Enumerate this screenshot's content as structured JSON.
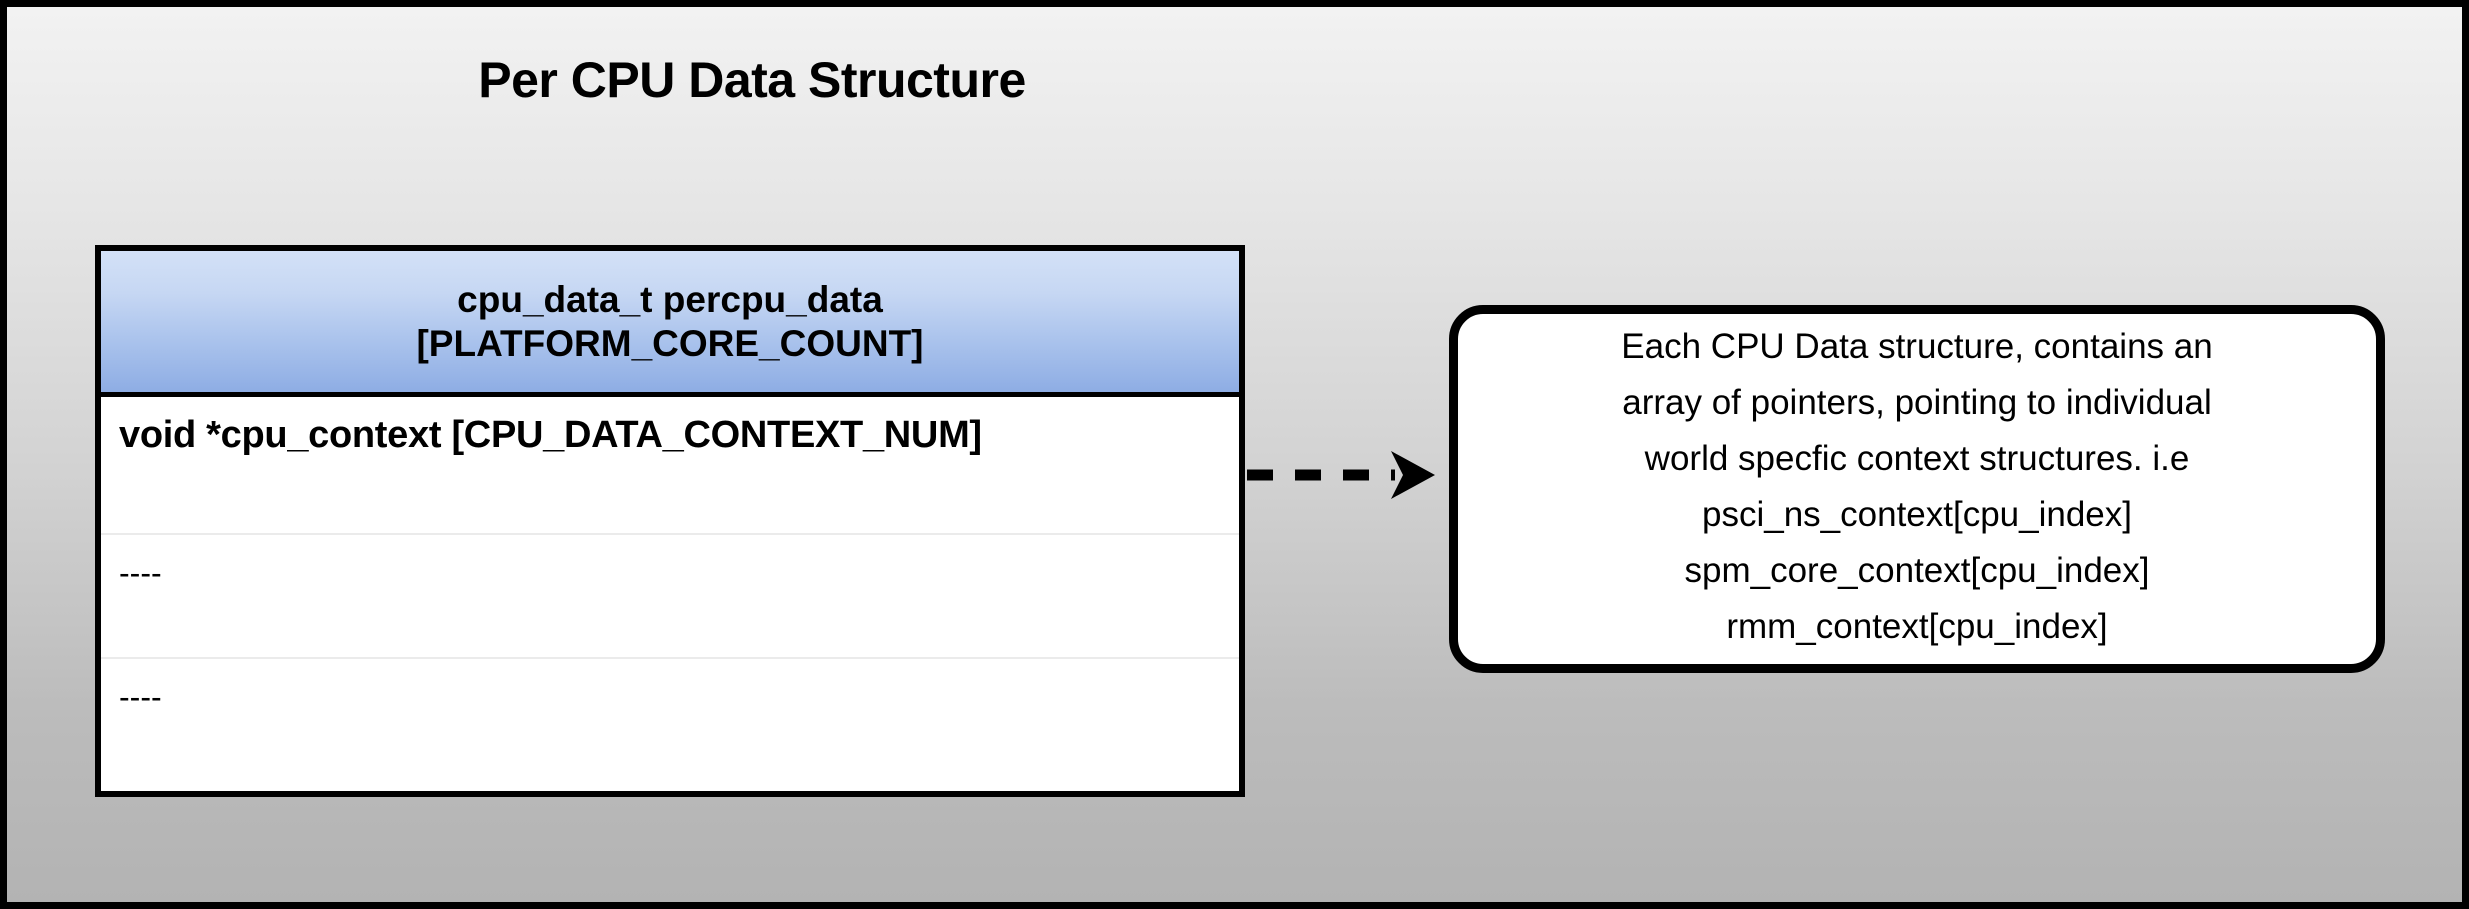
{
  "diagram": {
    "title": "Per CPU Data Structure",
    "background": {
      "gradient_top": "#f2f2f2",
      "gradient_bottom": "#b3b3b3",
      "frame_color": "#000000"
    }
  },
  "struct_table": {
    "header": {
      "line1": "cpu_data_t percpu_data",
      "line2": "[PLATFORM_CORE_COUNT]",
      "gradient_top": "#d3e1f7",
      "gradient_bottom": "#8eade4"
    },
    "rows": [
      {
        "text": "void *cpu_context [CPU_DATA_CONTEXT_NUM]",
        "style": "field"
      },
      {
        "text": "----",
        "style": "dashes"
      },
      {
        "text": "----",
        "style": "dashes"
      }
    ],
    "border_color": "#000000",
    "fill_color": "#ffffff",
    "divider_color": "#ebebeb"
  },
  "connector": {
    "icon": "dashed-arrow-right-icon",
    "style": "dashed",
    "arrowhead": "solid-concave",
    "color": "#000000"
  },
  "callout": {
    "lines": [
      "Each CPU Data structure, contains an",
      "array of pointers, pointing to individual",
      "world specfic context structures. i.e",
      "psci_ns_context[cpu_index]",
      "spm_core_context[cpu_index]",
      "rmm_context[cpu_index]"
    ],
    "border_color": "#000000",
    "fill_color": "#ffffff"
  }
}
